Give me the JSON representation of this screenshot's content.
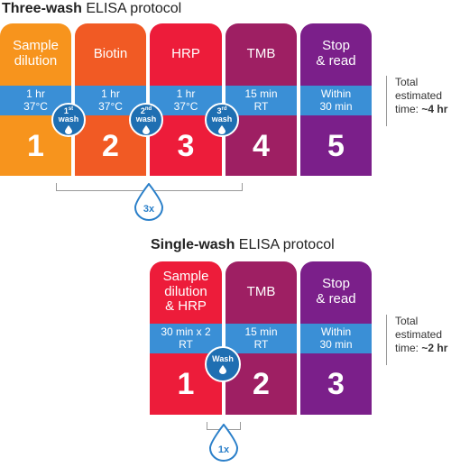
{
  "three_wash": {
    "title_bold": "Three-wash",
    "title_rest": " ELISA protocol",
    "steps": [
      {
        "label": "Sample\ndilution",
        "time": "1 hr",
        "cond": "37°C",
        "number": "1",
        "color": "#f7941d",
        "band": "#3a8fd6"
      },
      {
        "label": "Biotin",
        "time": "1 hr",
        "cond": "37°C",
        "number": "2",
        "color": "#f15a24",
        "band": "#3a8fd6"
      },
      {
        "label": "HRP",
        "time": "1 hr",
        "cond": "37°C",
        "number": "3",
        "color": "#ed1c3a",
        "band": "#3a8fd6"
      },
      {
        "label": "TMB",
        "time": "15 min",
        "cond": "RT",
        "number": "4",
        "color": "#9e1f63",
        "band": "#3a8fd6"
      },
      {
        "label": "Stop\n& read",
        "time": "Within",
        "cond": "30 min",
        "number": "5",
        "color": "#7b1f8a",
        "band": "#3a8fd6"
      }
    ],
    "washes": [
      {
        "n": "1",
        "sup": "st",
        "word": "wash"
      },
      {
        "n": "2",
        "sup": "nd",
        "word": "wash"
      },
      {
        "n": "3",
        "sup": "rd",
        "word": "wash"
      }
    ],
    "total_line1": "Total",
    "total_line2": "estimated",
    "total_prefix": "time: ",
    "total_value": "~4 hr",
    "repeat_label": "3x"
  },
  "single_wash": {
    "title_bold": "Single-wash",
    "title_rest": " ELISA protocol",
    "steps": [
      {
        "label": "Sample\ndilution\n& HRP",
        "time": "30 min x 2",
        "cond": "RT",
        "number": "1",
        "color": "#ed1c3a",
        "band": "#3a8fd6"
      },
      {
        "label": "TMB",
        "time": "15 min",
        "cond": "RT",
        "number": "2",
        "color": "#9e1f63",
        "band": "#3a8fd6"
      },
      {
        "label": "Stop\n& read",
        "time": "Within",
        "cond": "30 min",
        "number": "3",
        "color": "#7b1f8a",
        "band": "#3a8fd6"
      }
    ],
    "wash_label": "Wash",
    "total_line1": "Total",
    "total_line2": "estimated",
    "total_prefix": "time: ",
    "total_value": "~2 hr",
    "repeat_label": "1x"
  }
}
